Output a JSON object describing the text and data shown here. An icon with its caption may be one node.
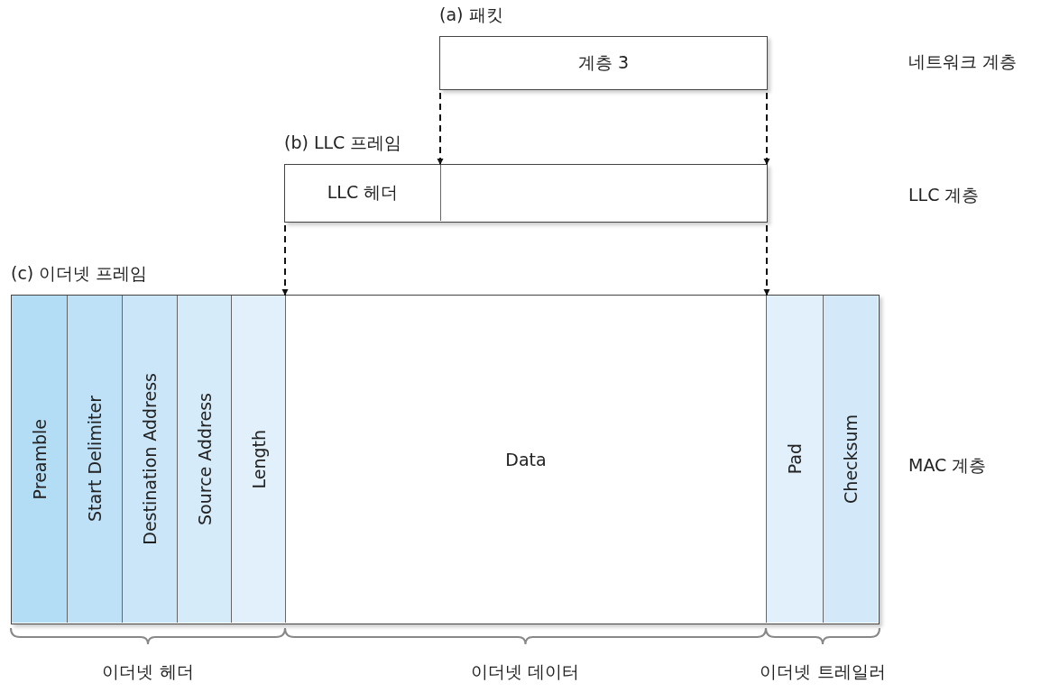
{
  "diagram": {
    "nodes": [
      {
        "text": [
          "(a) 패킷",
          "계층 3"
        ]
      },
      {
        "text": [
          "(b) LLC 프레임"
        ]
      },
      {
        "text": [
          "LLC 헤더"
        ],
        "in": 1
      },
      {
        "text": [],
        "shape": "box",
        "in": 1
      },
      {
        "text": [
          "(c) 이더넷 프레임"
        ]
      },
      {
        "text": [
          "Preamble"
        ],
        "in": 4
      },
      {
        "text": [
          "Start Delimiter"
        ],
        "in": 4
      },
      {
        "text": [
          "Destination Address"
        ],
        "in": 4
      },
      {
        "text": [
          "Source Address"
        ],
        "in": 4
      },
      {
        "text": [
          "Length"
        ],
        "in": 4
      },
      {
        "text": [
          "Data"
        ],
        "in": 4
      },
      {
        "text": [
          "Pad"
        ],
        "in": 4
      },
      {
        "text": [
          "Checksum"
        ],
        "in": 4
      }
    ],
    "edges": [
      {
        "from": 0,
        "to": 3,
        "arrow": "to",
        "style": "dashed"
      },
      {
        "from": 0,
        "to": 3,
        "arrow": "to",
        "style": "dashed"
      },
      {
        "from": 1,
        "to": 10,
        "arrow": "to",
        "style": "dashed"
      },
      {
        "from": 1,
        "to": 10,
        "arrow": "to",
        "style": "dashed"
      }
    ],
    "labels": [
      "네트워크 계층",
      "LLC 계층",
      "MAC 계층",
      "이더넷 헤더",
      "이더넷 데이터",
      "이더넷 트레일러"
    ]
  }
}
